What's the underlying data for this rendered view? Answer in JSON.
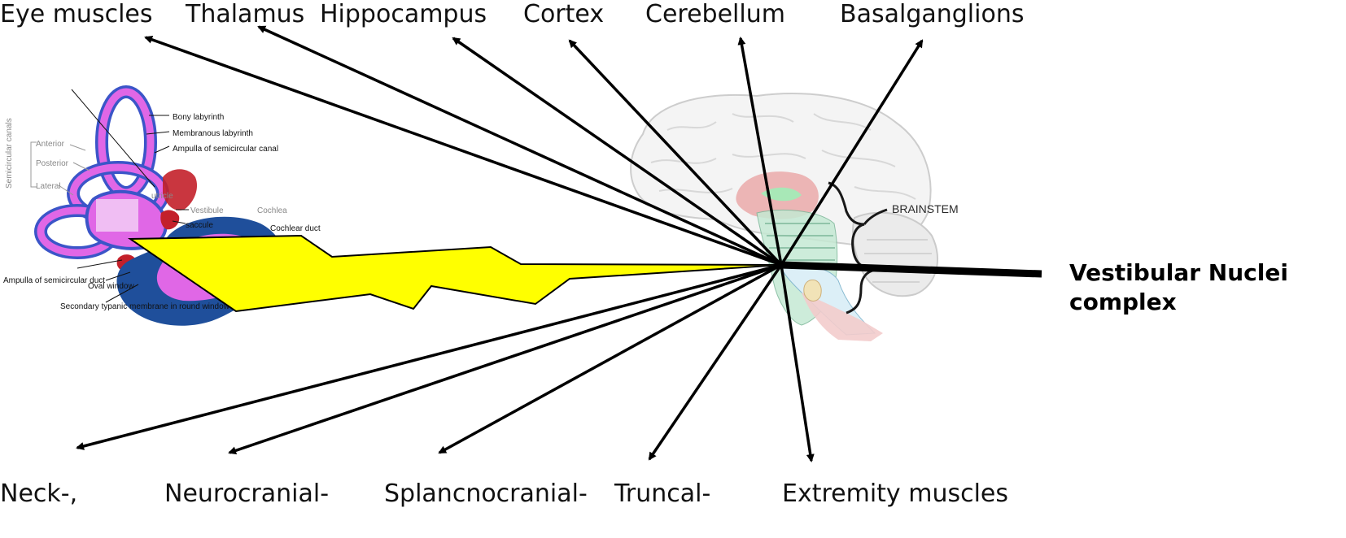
{
  "targets_top": [
    "Eye muscles",
    "Thalamus",
    "Hippocampus",
    "Cortex",
    "Cerebellum",
    "Basalganglions"
  ],
  "targets_bottom": [
    "Neck-,",
    "Neurocranial-",
    "Splancnocranial-",
    "Truncal-",
    "Extremity muscles"
  ],
  "vestibular_nuclei": [
    "Vestibular Nuclei",
    "complex"
  ],
  "brainstem_label": "BRAINSTEM",
  "ear_labels": {
    "bony_labyrinth": "Bony labyrinth",
    "membranous_labyrinth": "Membranous labyrinth",
    "ampulla_canal": "Ampulla of semicircular canal",
    "semicircular_canals": "Semicircular canals",
    "anterior": "Anterior",
    "posterior": "Posterior",
    "lateral": "Lateral",
    "utricle": "utricle",
    "vestibule": "Vestibule",
    "saccule": "saccule",
    "cochlea": "Cochlea",
    "cochlear_duct": "Cochlear duct",
    "ampulla_duct": "Ampulla of semicircular duct",
    "oval_window": "Oval window",
    "secondary_membrane": "Secondary typanic membrane in round window"
  },
  "colors": {
    "signal": "#ffff00",
    "arrow": "#000000",
    "labyrinth": "#e067e6",
    "bone": "#3b55c8",
    "cochlea_fill": "#1f4f9b",
    "cerebellum": "#e8a0a0",
    "brainstem": "#9fe6b0"
  }
}
